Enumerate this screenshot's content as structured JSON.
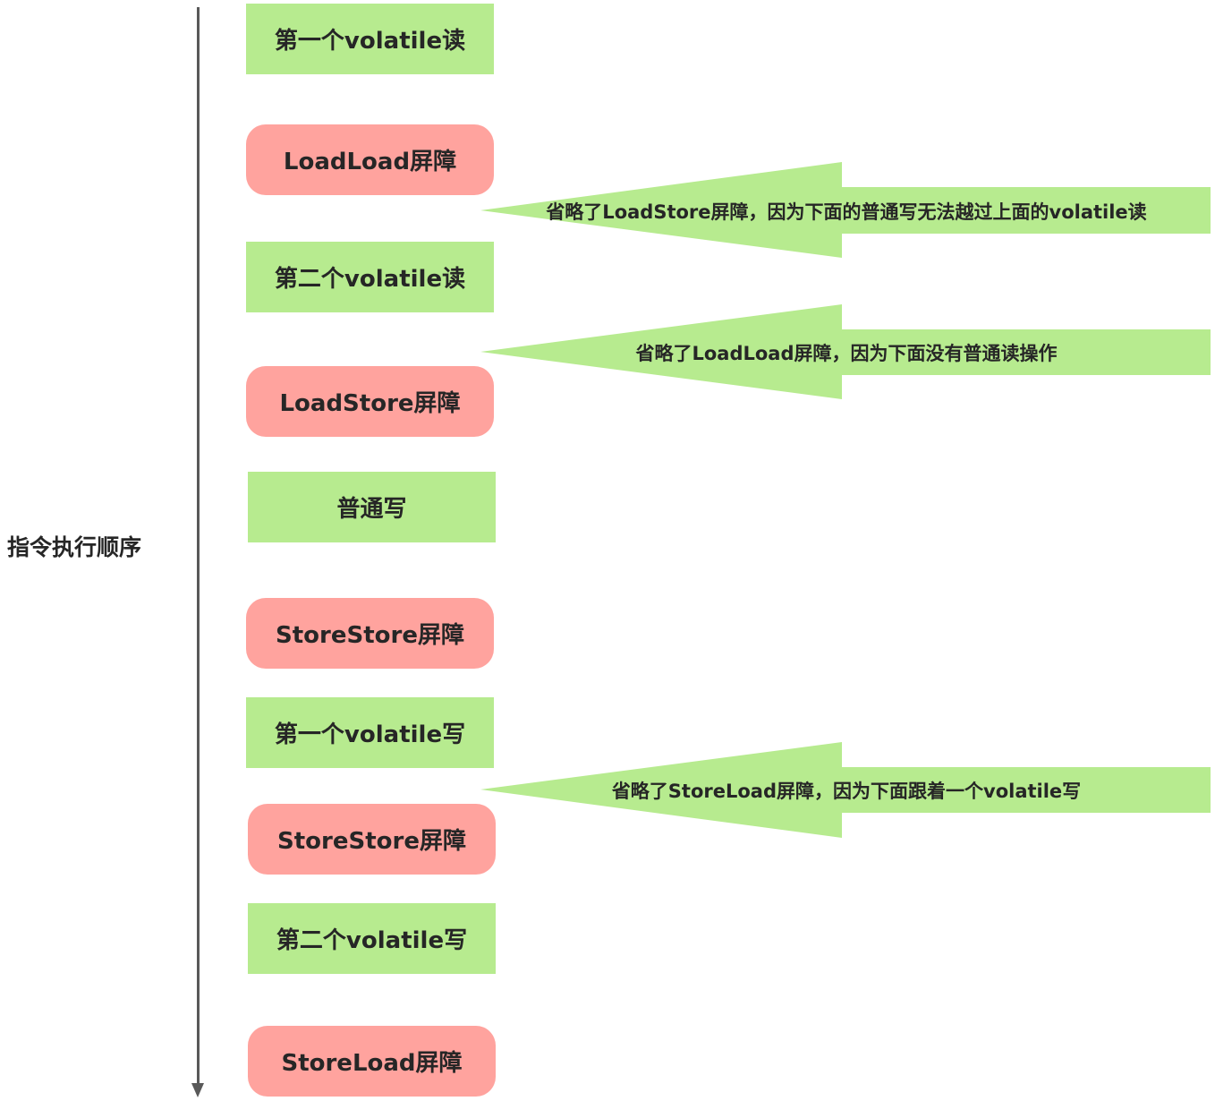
{
  "axis": {
    "label": "指令执行顺序"
  },
  "boxes": [
    {
      "kind": "op",
      "label": "第一个volatile读"
    },
    {
      "kind": "barrier",
      "label": "LoadLoad屏障"
    },
    {
      "kind": "op",
      "label": "第二个volatile读"
    },
    {
      "kind": "barrier",
      "label": "LoadStore屏障"
    },
    {
      "kind": "op",
      "label": "普通写"
    },
    {
      "kind": "barrier",
      "label": "StoreStore屏障"
    },
    {
      "kind": "op",
      "label": "第一个volatile写"
    },
    {
      "kind": "barrier",
      "label": "StoreStore屏障"
    },
    {
      "kind": "op",
      "label": "第二个volatile写"
    },
    {
      "kind": "barrier",
      "label": "StoreLoad屏障"
    }
  ],
  "notes": [
    {
      "text": "省略了LoadStore屏障，因为下面的普通写无法越过上面的volatile读"
    },
    {
      "text": "省略了LoadLoad屏障，因为下面没有普通读操作"
    },
    {
      "text": "省略了StoreLoad屏障，因为下面跟着一个volatile写"
    }
  ],
  "colors": {
    "op_fill": "#b7eb8f",
    "barrier_fill": "#ffa39e",
    "note_fill": "#b7eb8f",
    "axis": "#595959",
    "text": "#262626"
  }
}
